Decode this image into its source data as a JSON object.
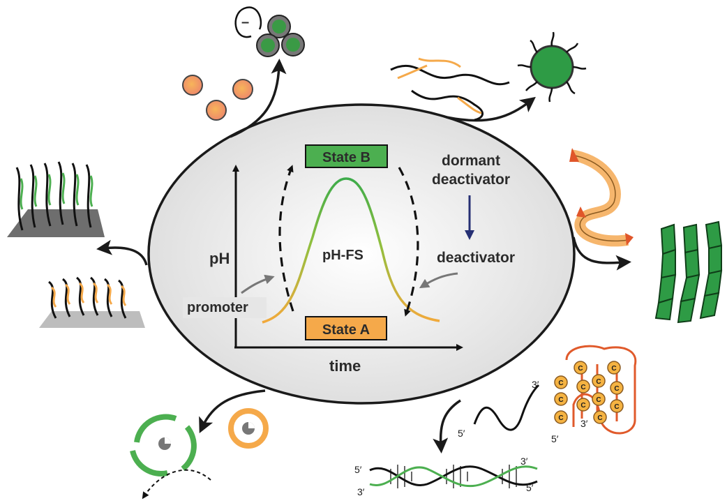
{
  "center": {
    "axis_y_label": "pH",
    "axis_x_label": "time",
    "curve_label": "pH-FS",
    "state_b": "State B",
    "state_a": "State A",
    "promoter": "promoter",
    "deactivator": "deactivator",
    "dormant_line1": "dormant",
    "dormant_line2": "deactivator"
  },
  "colors": {
    "green": "#4caf50",
    "orange": "#f5a94a",
    "dark_green": "#1f6e35",
    "navy": "#263074",
    "ellipse_fill": "#e8e8e8"
  },
  "top_left": {
    "minus_sign": "–"
  },
  "dna": {
    "strand_end_3": "3′",
    "strand_end_5": "5′",
    "duplex_left_top": "5′",
    "duplex_left_bottom": "3′",
    "duplex_right_top": "3′",
    "duplex_right_bottom": "5′",
    "imotif_3": "3′",
    "imotif_5": "5′",
    "cytosine": "C"
  }
}
